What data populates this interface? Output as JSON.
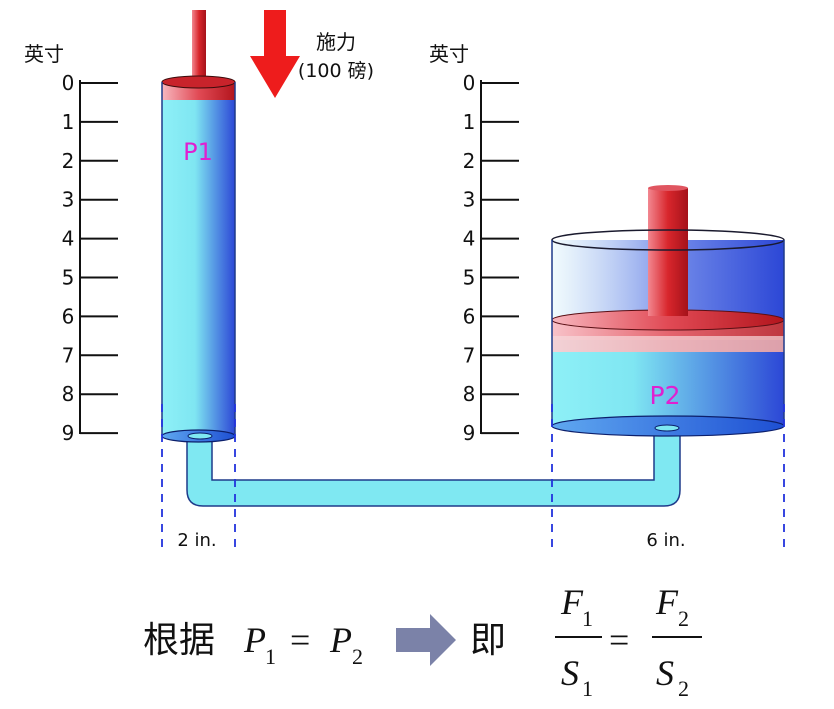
{
  "left_scale": {
    "unit": "英寸",
    "ticks": [
      "0",
      "1",
      "2",
      "3",
      "4",
      "5",
      "6",
      "7",
      "8",
      "9"
    ]
  },
  "right_scale": {
    "unit": "英寸",
    "ticks": [
      "0",
      "1",
      "2",
      "3",
      "4",
      "5",
      "6",
      "7",
      "8",
      "9"
    ]
  },
  "force": {
    "line1": "施力",
    "line2": "(100  磅)"
  },
  "pistons": {
    "small_label": "P1",
    "large_label": "P2",
    "small_diameter": "2 in.",
    "large_diameter": "6 in."
  },
  "formula": {
    "prefix": "根据",
    "p_left": "P",
    "p_left_sub": "1",
    "equals": "=",
    "p_right": "P",
    "p_right_sub": "2",
    "connector": "即",
    "f1": "F",
    "f1_sub": "1",
    "s1": "S",
    "s1_sub": "1",
    "f2": "F",
    "f2_sub": "2",
    "s2": "S",
    "s2_sub": "2"
  },
  "colors": {
    "fluid_light": "#7fe8f2",
    "fluid_dark": "#2e4fd8",
    "piston_red": "#d8262c",
    "arrow_red": "#ee1c1c",
    "label_magenta": "#e020d0",
    "formula_arrow": "#7b82a8"
  }
}
